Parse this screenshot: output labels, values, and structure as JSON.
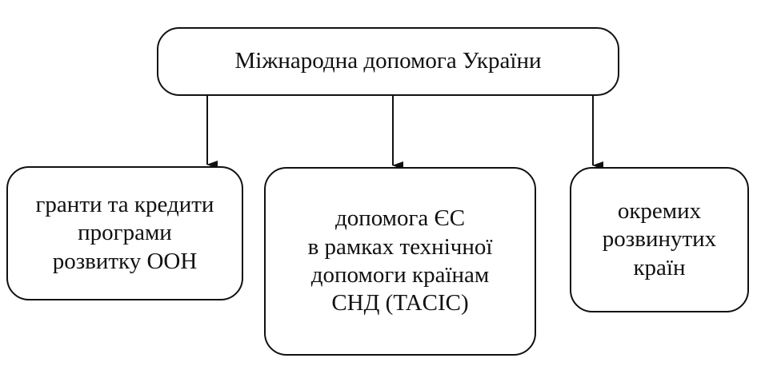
{
  "diagram": {
    "root": {
      "label": "Міжнародна допомога України"
    },
    "children": [
      {
        "id": "un",
        "label": "гранти та кредити\nпрограми\nрозвитку ООН"
      },
      {
        "id": "eu",
        "label": "допомога ЄС\nв рамках технічної\nдопомоги країнам\nСНД (TACIC)"
      },
      {
        "id": "other",
        "label": "окремих\nрозвинутих\nкраїн"
      }
    ]
  }
}
